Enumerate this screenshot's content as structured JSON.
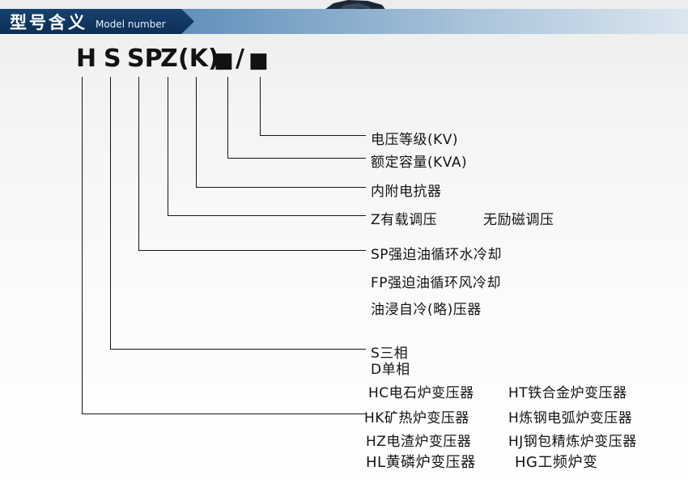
{
  "header": {
    "title": "型号含义",
    "subtitle": "Model number"
  },
  "model_code": {
    "parts": [
      "H",
      "S",
      "SP",
      "Z",
      "(K)",
      "■",
      "/",
      "■"
    ]
  },
  "legend": {
    "voltage": "电压等级(KV)",
    "capacity": "额定容量(KVA)",
    "reactor": "内附电抗器",
    "reg_onload": "Z有载调压",
    "reg_offload": "无励磁调压",
    "cool_sp": "SP强迫油循环水冷却",
    "cool_fp": "FP强迫油循环风冷却",
    "cool_oil": "油浸自冷(略)压器",
    "phase_s": "S三相",
    "phase_d": "D单相",
    "type_hc": "HC电石炉变压器",
    "type_ht": "HT铁合金炉变压器",
    "type_hk": "HK矿热炉变压器",
    "type_h": "H炼钢电弧炉变压器",
    "type_hz": "HZ电渣炉变压器",
    "type_hj": "HJ钢包精炼炉变压器",
    "type_hl": "HL黄磷炉变压器",
    "type_hg": "HG工频炉变"
  },
  "colors": {
    "header_navy": "#0c2f55",
    "bar_blue": "#3e6d9d",
    "line_black": "#151515"
  }
}
